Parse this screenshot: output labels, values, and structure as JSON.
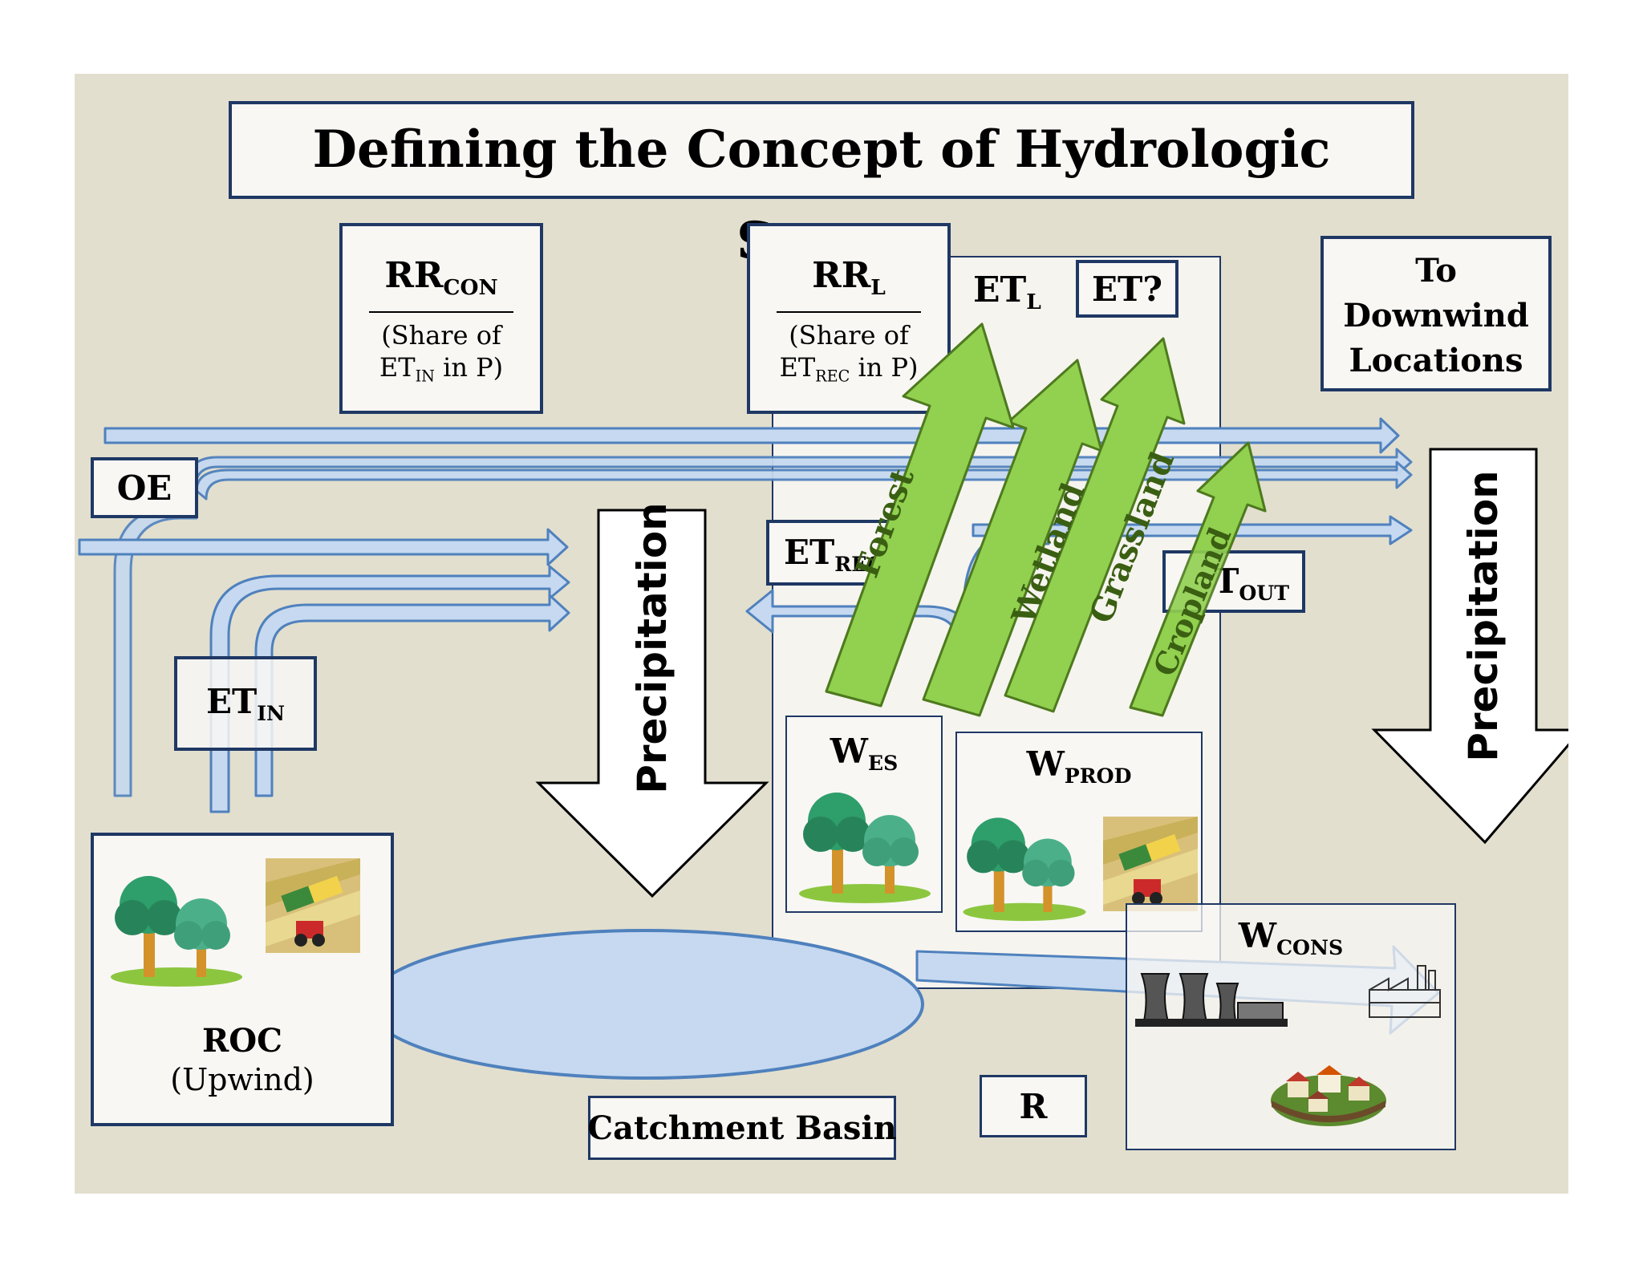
{
  "title": "Defining the Concept of Hydrologic Space",
  "labels": {
    "rr_con_main": "RR",
    "rr_con_sub": "CON",
    "rr_con_desc_1": "(Share of",
    "rr_con_desc_2a": "ET",
    "rr_con_desc_2sub": "IN",
    "rr_con_desc_2b": " in P)",
    "rr_l_main": "RR",
    "rr_l_sub": "L",
    "rr_l_desc_1": "(Share of",
    "rr_l_desc_2a": "ET",
    "rr_l_desc_2sub": "REC",
    "rr_l_desc_2b": " in P)",
    "et_l_main": "ET",
    "et_l_sub": "L",
    "et_q": "ET?",
    "downwind_1": "To",
    "downwind_2": "Downwind",
    "downwind_3": "Locations",
    "oe": "OE",
    "et_in_main": "ET",
    "et_in_sub": "IN",
    "et_rec_main": "ET",
    "et_rec_sub": "REC",
    "t_out_main": "T",
    "t_out_sub": "OUT",
    "precip_left": "Precipitation",
    "precip_right": "Precipitation",
    "forest": "Forest",
    "wetland": "Wetland",
    "grassland": "Grassland",
    "cropland": "Cropland",
    "w_es_main": "W",
    "w_es_sub": "ES",
    "w_prod_main": "W",
    "w_prod_sub": "PROD",
    "w_cons_main": "W",
    "w_cons_sub": "CONS",
    "roc": "ROC",
    "roc_sub": "(Upwind)",
    "catchment": "Catchment Basin",
    "r": "R"
  },
  "colors": {
    "slide_bg": "#e2dfcf",
    "box_border": "#1f3864",
    "flow_fill": "#c6d9f0",
    "flow_stroke": "#4f81bd",
    "green_fill": "#92d050",
    "green_stroke": "#4e7a1e",
    "green_text": "#3a5f12"
  }
}
